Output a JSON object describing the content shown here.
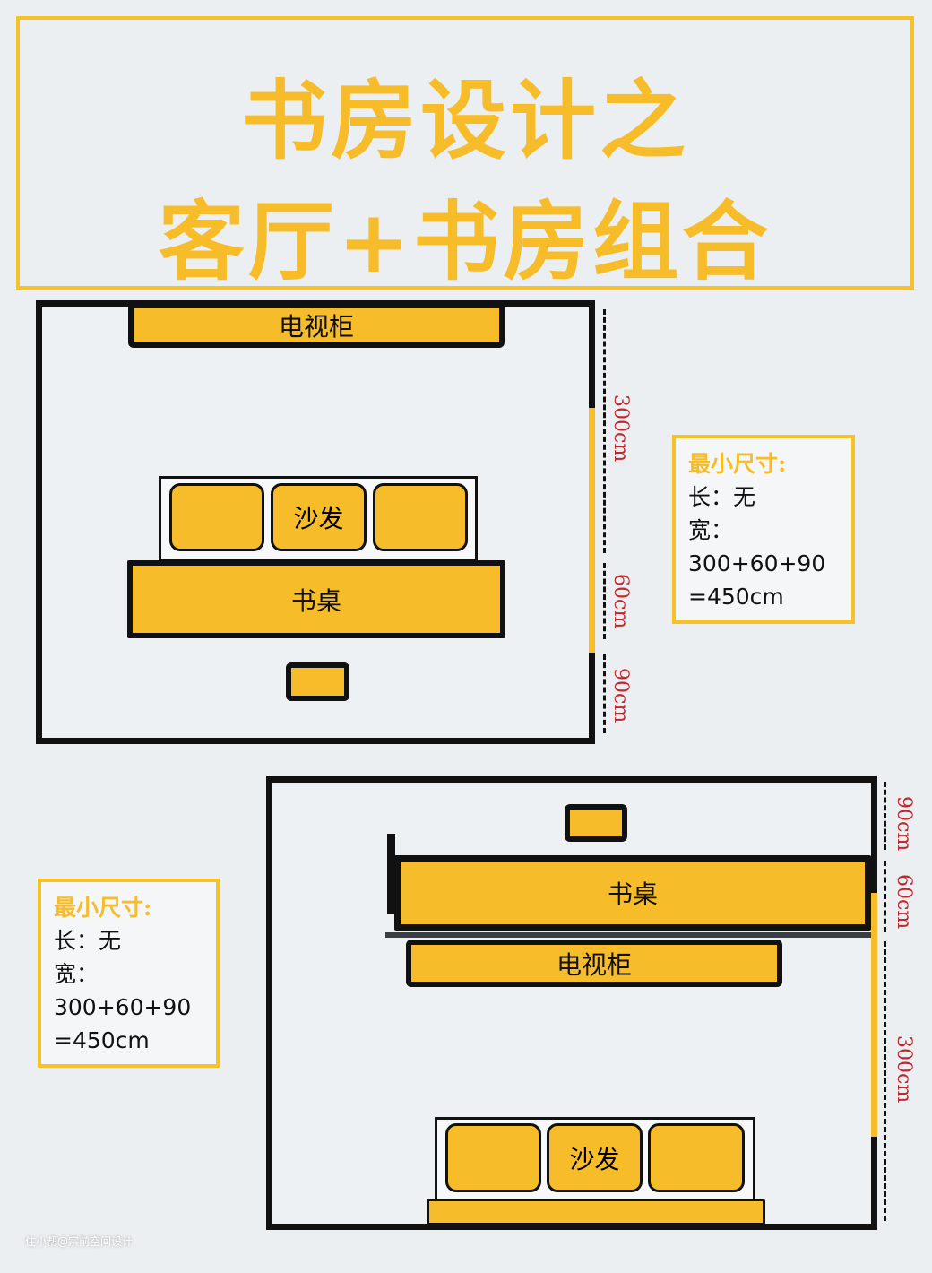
{
  "title": {
    "line1": "书房设计之",
    "line2": "客厅+书房组合"
  },
  "layout1": {
    "tv_cabinet": "电视柜",
    "sofa": "沙发",
    "desk": "书桌",
    "dims": [
      "300cm",
      "60cm",
      "90cm"
    ]
  },
  "info1": {
    "heading": "最小尺寸:",
    "length": "长：无",
    "width": "宽：",
    "formula": "300+60+90",
    "total": "=450cm"
  },
  "layout2": {
    "tv_cabinet": "电视柜",
    "sofa": "沙发",
    "desk": "书桌",
    "dims": [
      "90cm",
      "60cm",
      "300cm"
    ]
  },
  "info2": {
    "heading": "最小尺寸:",
    "length": "长：无",
    "width": "宽：",
    "formula": "300+60+90",
    "total": "=450cm"
  },
  "watermark": "住小帮@宗前空间设计",
  "colors": {
    "accent": "#f7bc2a",
    "dimension": "#c0282d"
  }
}
